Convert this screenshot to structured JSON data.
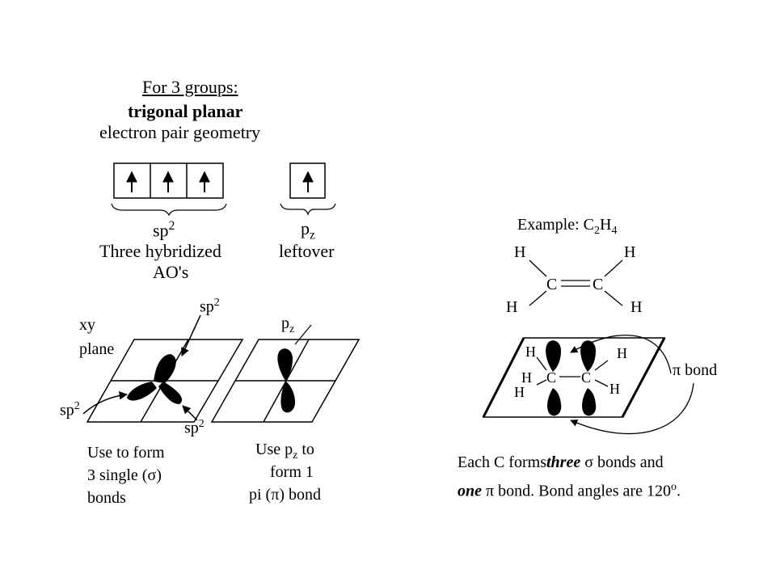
{
  "left": {
    "heading": "For 3 groups:",
    "geometry": "trigonal planar",
    "geometry_sub": "electron pair geometry",
    "sp2_label_base": "sp",
    "sp2_label_sup": "2",
    "sp2_caption_1": "Three hybridized",
    "sp2_caption_2": "AO's",
    "pz_label_base": "p",
    "pz_label_sub": "z",
    "pz_caption": "leftover",
    "xy_label_1": "xy",
    "xy_label_2": "plane",
    "sp_top_base": "sp",
    "sp_top_sup": "2",
    "sp_left_base": "sp",
    "sp_left_sup": "2",
    "sp_bottom_base": "sp",
    "sp_bottom_sup": "2",
    "pz_plane_base": "p",
    "pz_plane_sub": "z",
    "use_form_1": "Use to form",
    "use_form_2": "3 single (σ)",
    "use_form_3": "bonds",
    "use_pz_1_a": "Use p",
    "use_pz_1_sub": "z",
    "use_pz_1_b": " to",
    "use_pz_2": "form 1",
    "use_pz_3": "pi (π) bond"
  },
  "right": {
    "example_label": "Example:  C",
    "example_sub": "2",
    "example_tail": "H",
    "example_tail_sub": "4",
    "atoms": {
      "H": "H",
      "C": "C"
    },
    "pi_bond_label": "π bond",
    "summary_1_a": "Each C forms",
    "summary_1_b": "three",
    "summary_1_c": " σ bonds and",
    "summary_2_a": "one",
    "summary_2_b": " π bond.  Bond angles are 120",
    "summary_2_c": "o",
    "summary_2_d": "."
  }
}
